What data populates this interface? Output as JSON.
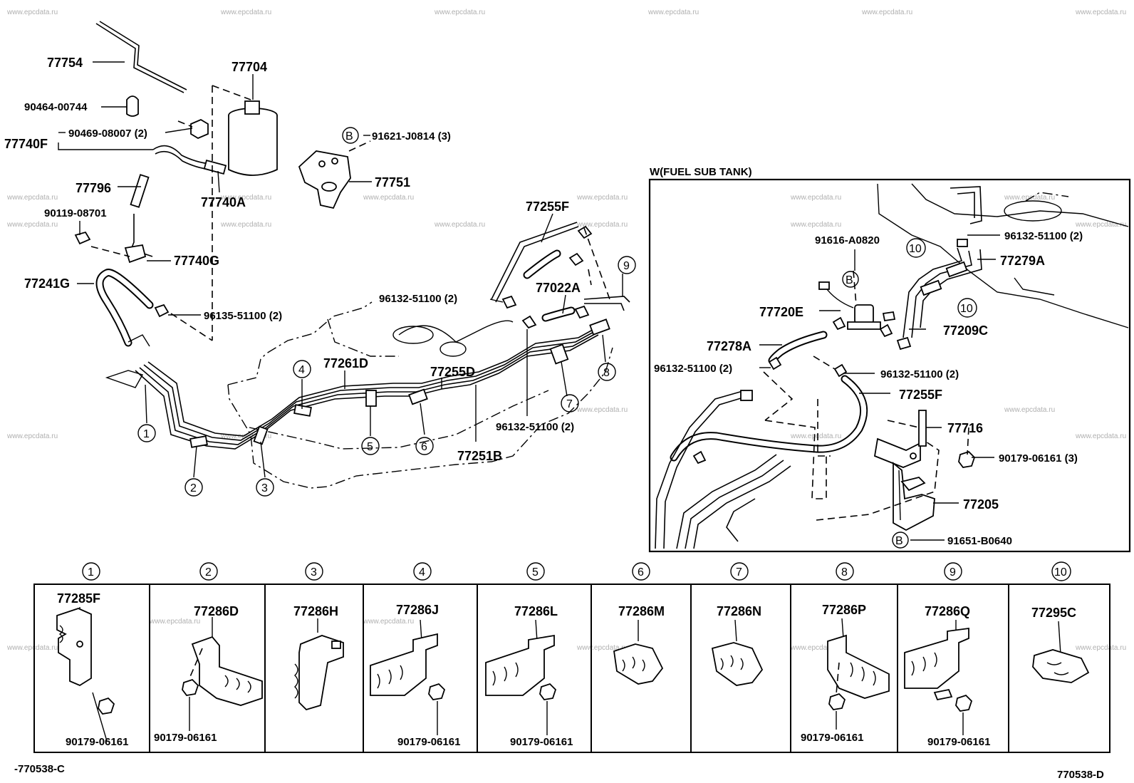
{
  "watermark": "www.epcdata.ru",
  "inset_title": "W(FUEL  SUB  TANK)",
  "footer_left": "-770538-C",
  "footer_right": "770538-D",
  "callouts": [
    {
      "id": "l77754",
      "text": "77754"
    },
    {
      "id": "l77704",
      "text": "77704"
    },
    {
      "id": "l90464",
      "text": "90464-00744"
    },
    {
      "id": "l77740F",
      "text": "77740F"
    },
    {
      "id": "l90469",
      "text": "90469-08007 (2)"
    },
    {
      "id": "l91621",
      "text": "91621-J0814 (3)"
    },
    {
      "id": "l77751",
      "text": "77751"
    },
    {
      "id": "l77796",
      "text": "77796"
    },
    {
      "id": "l77740A",
      "text": "77740A"
    },
    {
      "id": "l90119",
      "text": "90119-08701"
    },
    {
      "id": "l77740G",
      "text": "77740G"
    },
    {
      "id": "l77241G",
      "text": "77241G"
    },
    {
      "id": "l96135",
      "text": "96135-51100 (2)"
    },
    {
      "id": "l77255F_main",
      "text": "77255F"
    },
    {
      "id": "l96132_main1",
      "text": "96132-51100 (2)"
    },
    {
      "id": "l77022A",
      "text": "77022A"
    },
    {
      "id": "l77261D",
      "text": "77261D"
    },
    {
      "id": "l77255D",
      "text": "77255D"
    },
    {
      "id": "l96132_main2",
      "text": "96132-51100 (2)"
    },
    {
      "id": "l77251B",
      "text": "77251B"
    },
    {
      "id": "l91616",
      "text": "91616-A0820"
    },
    {
      "id": "l96132_w1",
      "text": "96132-51100 (2)"
    },
    {
      "id": "l77279A",
      "text": "77279A"
    },
    {
      "id": "l77720E",
      "text": "77720E"
    },
    {
      "id": "l77209C",
      "text": "77209C"
    },
    {
      "id": "l77278A",
      "text": "77278A"
    },
    {
      "id": "l96132_w2",
      "text": "96132-51100 (2)"
    },
    {
      "id": "l96132_w3",
      "text": "96132-51100 (2)"
    },
    {
      "id": "l77255F_w",
      "text": "77255F"
    },
    {
      "id": "l77716",
      "text": "77716"
    },
    {
      "id": "l90179_w",
      "text": "90179-06161 (3)"
    },
    {
      "id": "l77205",
      "text": "77205"
    },
    {
      "id": "l91651",
      "text": "91651-B0640"
    }
  ],
  "circle_markers": [
    "①",
    "②",
    "③",
    "④",
    "⑤",
    "⑥",
    "⑦",
    "⑧",
    "⑨",
    "⑩",
    "Ⓑ"
  ],
  "clamp_table": [
    {
      "marker": "①",
      "part": "77285F",
      "nut": "90179-06161"
    },
    {
      "marker": "②",
      "part": "77286D",
      "nut": "90179-06161"
    },
    {
      "marker": "③",
      "part": "77286H",
      "nut": ""
    },
    {
      "marker": "④",
      "part": "77286J",
      "nut": "90179-06161"
    },
    {
      "marker": "⑤",
      "part": "77286L",
      "nut": "90179-06161"
    },
    {
      "marker": "⑥",
      "part": "77286M",
      "nut": ""
    },
    {
      "marker": "⑦",
      "part": "77286N",
      "nut": ""
    },
    {
      "marker": "⑧",
      "part": "77286P",
      "nut": "90179-06161"
    },
    {
      "marker": "⑨",
      "part": "77286Q",
      "nut": "90179-06161"
    },
    {
      "marker": "⑩",
      "part": "77295C",
      "nut": ""
    }
  ]
}
